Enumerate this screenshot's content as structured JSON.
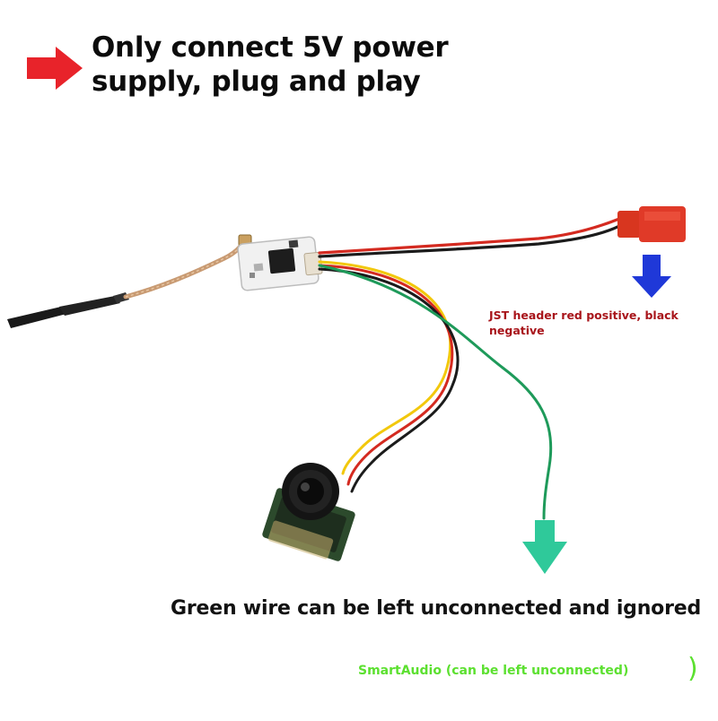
{
  "headline": {
    "line1": "Only connect 5V power",
    "line2": "supply, plug and play"
  },
  "jst_note": {
    "text": "JST header red positive, black negative"
  },
  "green_wire_note": {
    "text": "Green wire can be left unconnected and ignored"
  },
  "smartaudio_note": {
    "text": "SmartAudio (can be left unconnected)",
    "paren": ")"
  },
  "colors": {
    "headline_arrow": "#e8232a",
    "jst_arrow": "#1f38d8",
    "green_arrow": "#2fc99a",
    "jst_note_text": "#a8141a",
    "smartaudio_text": "#5ce030",
    "wire_red": "#d42a20",
    "wire_black": "#1b1b1b",
    "wire_yellow": "#f2c80c",
    "wire_green": "#1e9a5a",
    "coax": "#c89a72",
    "jst_plug": "#e03a28",
    "pcb": "#f2f2f2",
    "camera_pcb": "#2c4a2c"
  },
  "icons": [
    "red-arrow-icon",
    "blue-down-arrow-icon",
    "teal-down-arrow-icon"
  ]
}
